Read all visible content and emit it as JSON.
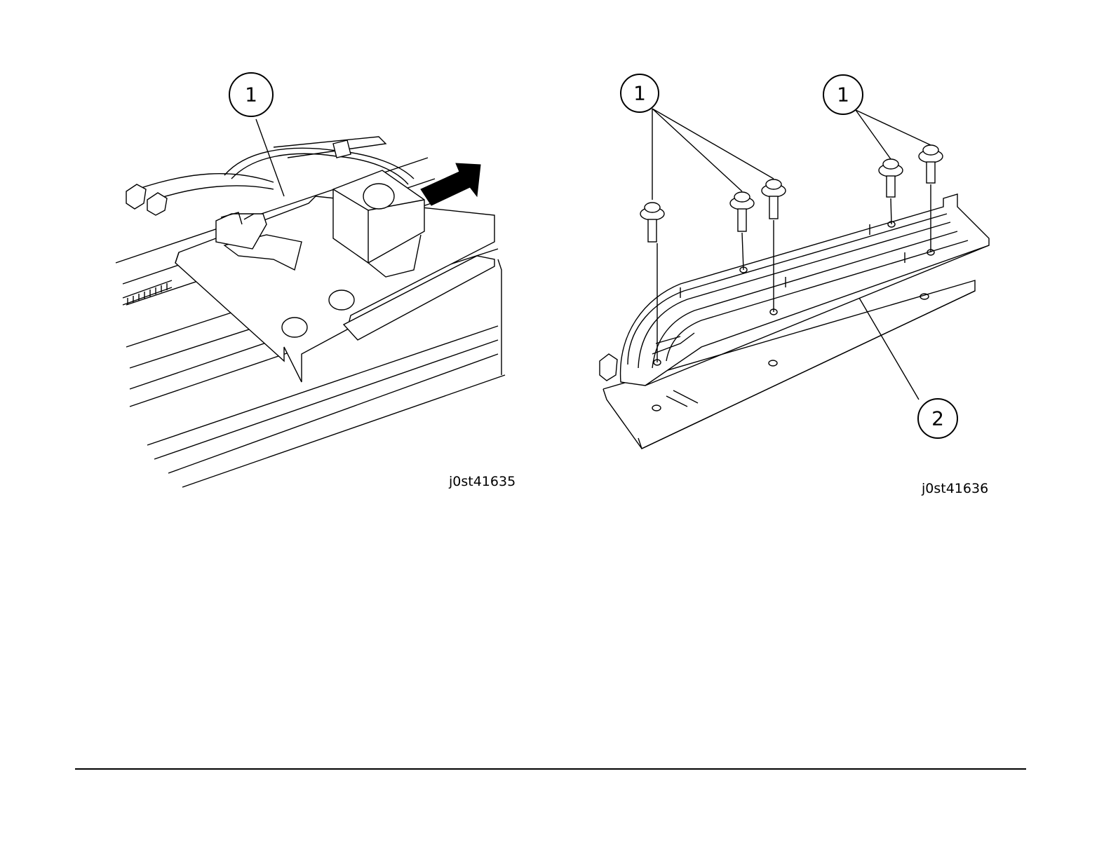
{
  "figures": [
    {
      "id_label": "j0st41635",
      "callouts": [
        "1"
      ],
      "arrow": "push-direction-arrow"
    },
    {
      "id_label": "j0st41636",
      "callouts": [
        "1",
        "1",
        "2"
      ]
    }
  ]
}
